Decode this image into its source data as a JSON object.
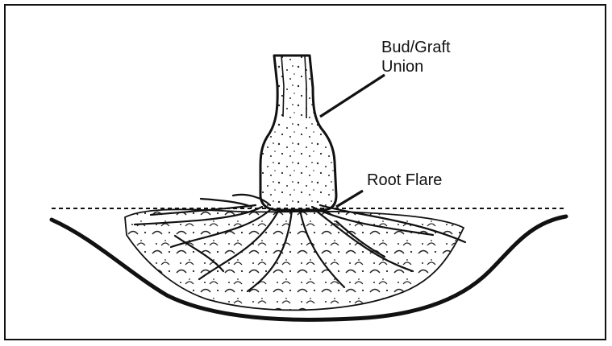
{
  "figure": {
    "labels": {
      "bud_graft_line1": "Bud/Graft",
      "bud_graft_line2": "Union",
      "root_flare": "Root Flare"
    }
  }
}
